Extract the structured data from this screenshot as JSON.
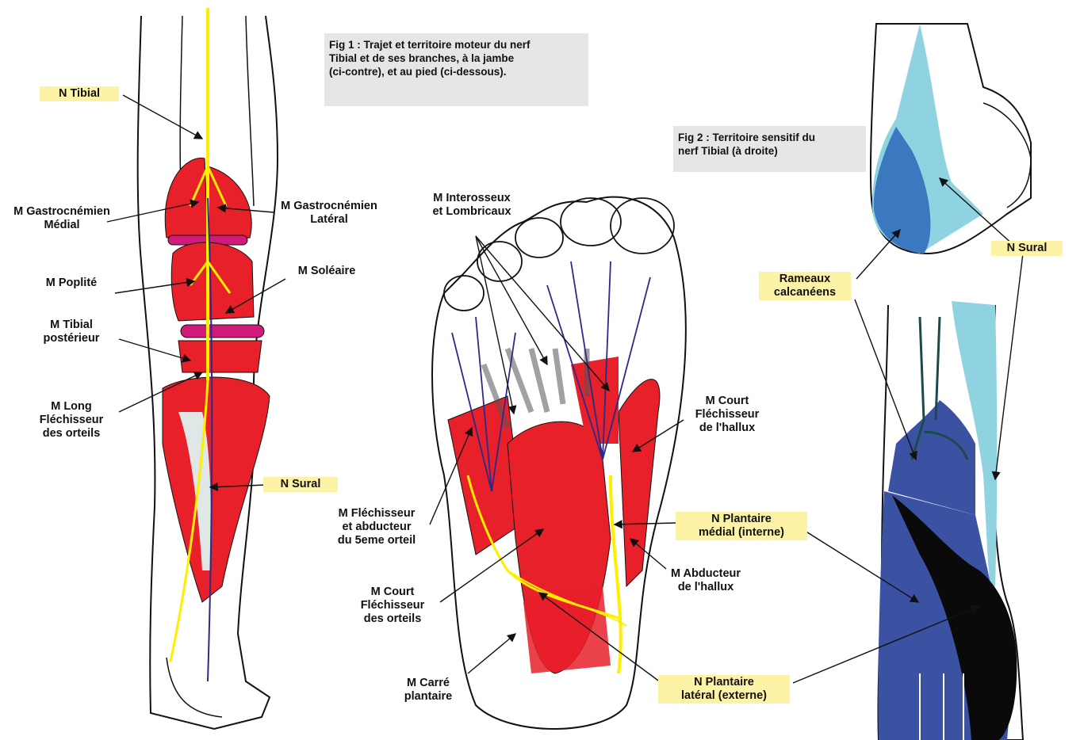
{
  "captions": {
    "fig1": [
      "Fig 1 : Trajet et territoire moteur du nerf",
      "Tibial et de ses branches, à la jambe",
      "(ci-contre), et au pied (ci-dessous)."
    ],
    "fig2": [
      "Fig 2 : Territoire sensitif du",
      "nerf Tibial (à droite)"
    ]
  },
  "labels": {
    "n_tibial": "N Tibial",
    "gastro_medial": [
      "M Gastrocnémien",
      "Médial"
    ],
    "gastro_lateral": [
      "M Gastrocnémien",
      "Latéral"
    ],
    "poplite": "M Poplité",
    "soleaire": "M Soléaire",
    "tibial_post": [
      "M Tibial",
      "postérieur"
    ],
    "long_flechisseur": [
      "M Long",
      "Fléchisseur",
      "des orteils"
    ],
    "n_sural_leg": "N Sural",
    "interosseux": [
      "M Interosseux",
      "et Lombricaux"
    ],
    "court_flech_hallux": [
      "M Court",
      "Fléchisseur",
      "de l'hallux"
    ],
    "flech_abd_5": [
      "M Fléchisseur",
      "et abducteur",
      "du 5eme orteil"
    ],
    "n_plantaire_medial": [
      "N Plantaire",
      "médial (interne)"
    ],
    "abd_hallux": [
      "M Abducteur",
      "de l'hallux"
    ],
    "court_flech_orteils": [
      "M Court",
      "Fléchisseur",
      "des orteils"
    ],
    "carre_plantaire": [
      "M Carré",
      "plantaire"
    ],
    "n_plantaire_lateral": [
      "N Plantaire",
      "latéral (externe)"
    ],
    "rameaux": [
      "Rameaux",
      "calcanéens"
    ],
    "n_sural_right": "N Sural"
  },
  "colors": {
    "muscle": "#e8202a",
    "tendon": "#dfe8e6",
    "nerve_yellow": "#ffee00",
    "nerve_blue": "#2a2a8a",
    "label_bg": "#fdf3a6",
    "caption_bg": "#e6e6e6",
    "territory_dark_blue": "#3b52a3",
    "territory_mid_blue": "#3a78bf",
    "territory_light_blue": "#8fd3e0",
    "territory_black": "#0a0a0a"
  }
}
